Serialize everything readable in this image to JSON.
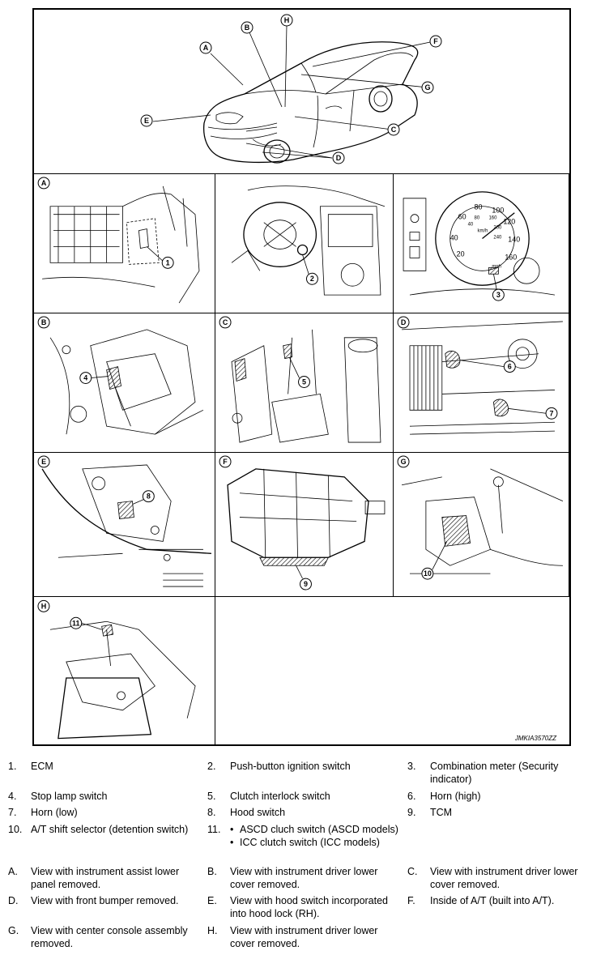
{
  "figure_code": "JMKIA3570ZZ",
  "callout_letters": [
    "A",
    "B",
    "C",
    "D",
    "E",
    "F",
    "G",
    "H"
  ],
  "panels": [
    {
      "letter": "A",
      "number": "1"
    },
    {
      "letter": "",
      "number": "2"
    },
    {
      "letter": "",
      "number": "3"
    },
    {
      "letter": "B",
      "number": "4"
    },
    {
      "letter": "C",
      "number": "5"
    },
    {
      "letter": "D",
      "numbers": [
        "6",
        "7"
      ]
    },
    {
      "letter": "E",
      "number": "8"
    },
    {
      "letter": "F",
      "number": "9"
    },
    {
      "letter": "G",
      "number": "10"
    },
    {
      "letter": "H",
      "number": "11"
    }
  ],
  "gauge": {
    "speed_labels": [
      "20",
      "40",
      "60",
      "80",
      "100",
      "120",
      "140",
      "160"
    ],
    "km_labels": [
      "40",
      "80",
      "160",
      "200",
      "240"
    ],
    "units": [
      "mph",
      "km/h"
    ]
  },
  "legend": {
    "items": [
      {
        "n": "1.",
        "t": "ECM"
      },
      {
        "n": "2.",
        "t": "Push-button ignition switch"
      },
      {
        "n": "3.",
        "t": "Combination meter (Security indicator)"
      },
      {
        "n": "4.",
        "t": "Stop lamp switch"
      },
      {
        "n": "5.",
        "t": "Clutch interlock switch"
      },
      {
        "n": "6.",
        "t": "Horn (high)"
      },
      {
        "n": "7.",
        "t": "Horn (low)"
      },
      {
        "n": "8.",
        "t": "Hood switch"
      },
      {
        "n": "9.",
        "t": "TCM"
      },
      {
        "n": "10.",
        "t": "A/T shift selector (detention switch)"
      },
      {
        "n": "11.",
        "bullets": [
          "ASCD cluch switch (ASCD models)",
          "ICC clutch switch (ICC models)"
        ]
      }
    ],
    "views": [
      {
        "n": "A.",
        "t": "View with instrument assist lower panel removed."
      },
      {
        "n": "B.",
        "t": "View with instrument driver lower cover removed."
      },
      {
        "n": "C.",
        "t": "View with instrument driver lower cover removed."
      },
      {
        "n": "D.",
        "t": "View with front bumper removed."
      },
      {
        "n": "E.",
        "t": "View with hood switch incorporated into hood lock (RH)."
      },
      {
        "n": "F.",
        "t": "Inside of A/T (built into A/T)."
      },
      {
        "n": "G.",
        "t": "View with center console assembly removed."
      },
      {
        "n": "H.",
        "t": "View with instrument driver lower cover removed."
      }
    ]
  }
}
